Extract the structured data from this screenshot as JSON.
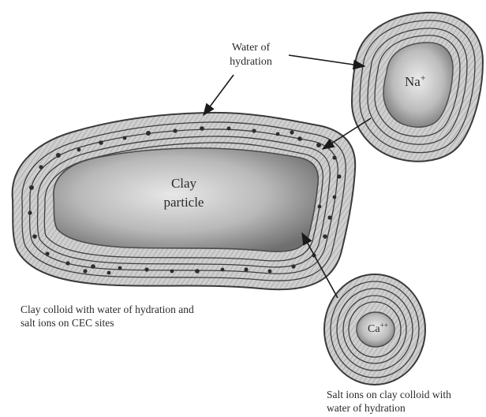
{
  "labels": {
    "water_line1": "Water of",
    "water_line2": "hydration",
    "clay_line1": "Clay",
    "clay_line2": "particle",
    "na_base": "Na",
    "na_charge": "+",
    "ca_base": "Ca",
    "ca_charge": "++",
    "caption_left_line1": "Clay colloid with water of hydration and",
    "caption_left_line2": "salt ions on CEC sites",
    "caption_right_line1": "Salt ions on clay colloid with",
    "caption_right_line2": "water of hydration"
  },
  "colors": {
    "ink": "#2a2a2a",
    "particle_light": "#dcdcdc",
    "particle_dark": "#6a6a6a",
    "water_layer": "#bdbdbd"
  }
}
